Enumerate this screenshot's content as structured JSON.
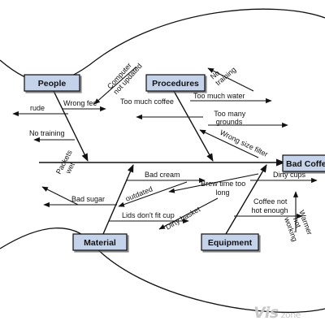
{
  "diagram": {
    "effect": "Bad Coffee",
    "categories": {
      "people": "People",
      "procedures": "Procedures",
      "material": "Material",
      "equipment": "Equipment"
    },
    "causes": {
      "people": [
        "Computer not updated",
        "Wrong fee",
        "rude",
        "No training"
      ],
      "procedures": [
        "No training",
        "Too much coffee",
        "Too much water",
        "Too many grounds",
        "Wrong size filter"
      ],
      "material": [
        "Packets wet",
        "Bad sugar",
        "Bad cream",
        "outdated",
        "Lids don't fit cup",
        "Dirty basket"
      ],
      "equipment": [
        "Dirty cups",
        "Brew time too long",
        "Coffee not hot enough",
        "Warmer not working"
      ]
    },
    "colors": {
      "category_fill": "#c5d3ea",
      "line": "#111111",
      "watermark": "#c9c9c9"
    }
  },
  "watermark": {
    "a": "Vis",
    "b": "zone"
  }
}
